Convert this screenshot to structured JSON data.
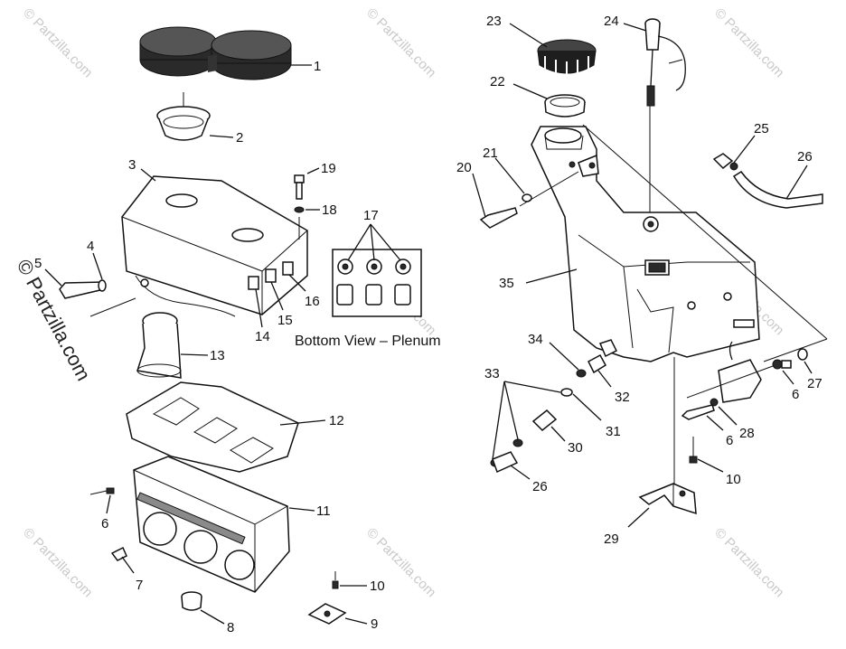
{
  "diagram": {
    "caption": "Bottom View – Plenum",
    "watermark_side": "© Partzilla.com",
    "watermark_tile": "© Partzilla.com",
    "labels": {
      "p1": "1",
      "p2": "2",
      "p3": "3",
      "p4": "4",
      "p5": "5",
      "p6a": "6",
      "p6b": "6",
      "p6c": "6",
      "p7": "7",
      "p8": "8",
      "p9": "9",
      "p10a": "10",
      "p10b": "10",
      "p11": "11",
      "p12": "12",
      "p13": "13",
      "p14": "14",
      "p15": "15",
      "p16": "16",
      "p17": "17",
      "p18": "18",
      "p19": "19",
      "p20": "20",
      "p21": "21",
      "p22": "22",
      "p23": "23",
      "p24": "24",
      "p25": "25",
      "p26a": "26",
      "p26b": "26",
      "p27": "27",
      "p28": "28",
      "p29": "29",
      "p30": "30",
      "p31": "31",
      "p32": "32",
      "p33": "33",
      "p34": "34",
      "p35": "35"
    }
  }
}
